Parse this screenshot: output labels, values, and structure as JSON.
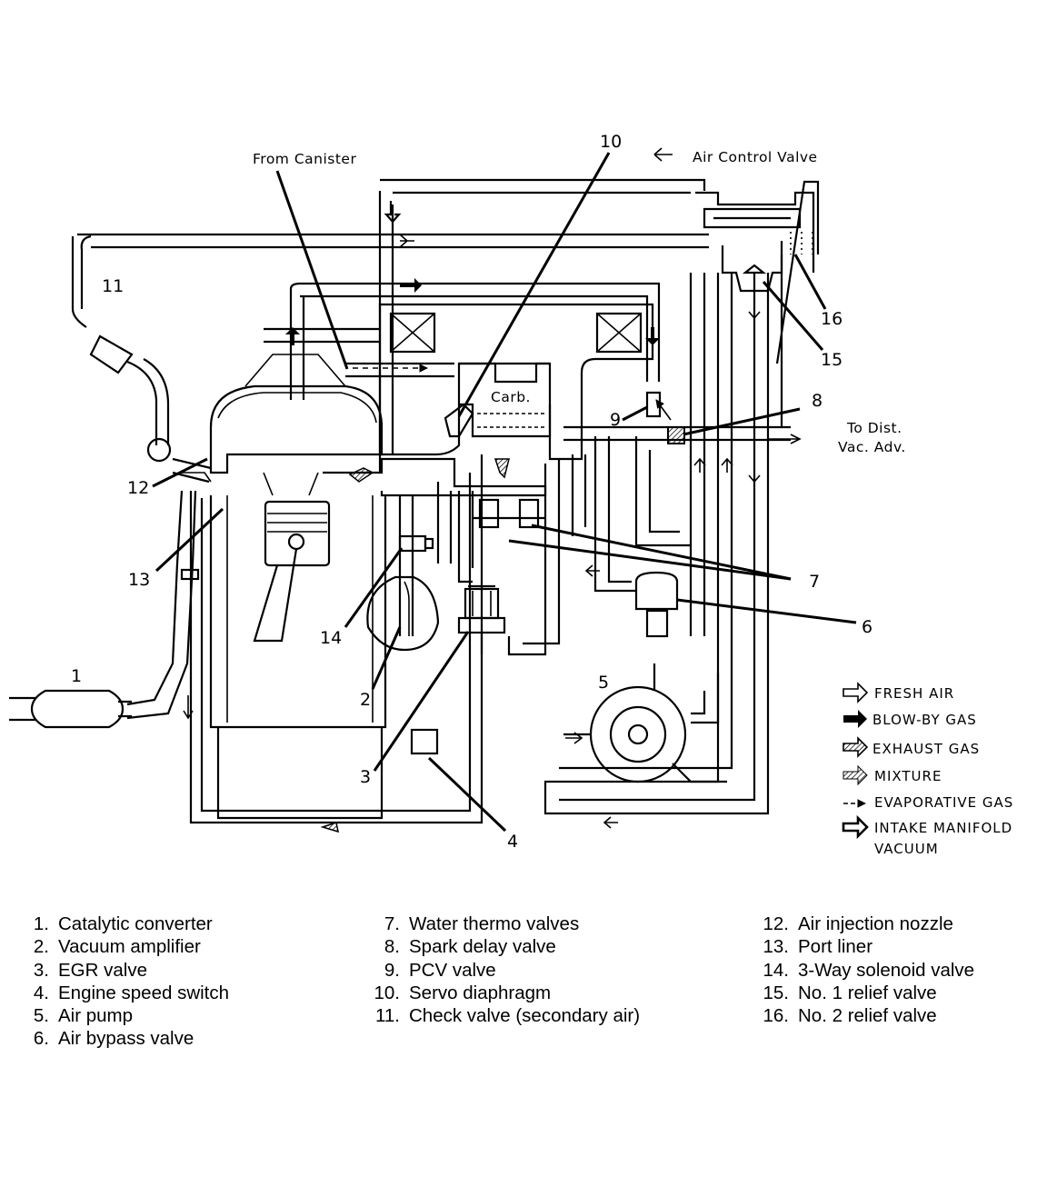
{
  "diagram": {
    "callouts": [
      "1",
      "2",
      "3",
      "4",
      "5",
      "6",
      "7",
      "8",
      "9",
      "10",
      "11",
      "12",
      "13",
      "14",
      "15",
      "16"
    ],
    "labels": {
      "from_canister": "From Canister",
      "air_control_valve": "Air Control Valve",
      "carb": "Carb.",
      "to_dist_line1": "To Dist.",
      "to_dist_line2": "Vac. Adv."
    },
    "flow_key": [
      {
        "label": "FRESH AIR",
        "icon": "hollow-arrow-icon"
      },
      {
        "label": "BLOW-BY GAS",
        "icon": "solid-arrow-icon"
      },
      {
        "label": "EXHAUST GAS",
        "icon": "hatched-arrow-icon"
      },
      {
        "label": "MIXTURE",
        "icon": "striped-arrow-icon"
      },
      {
        "label": "EVAPORATIVE GAS",
        "icon": "dashed-arrow-icon"
      },
      {
        "label": "INTAKE MANIFOLD",
        "icon": "outlined-arrow-icon"
      },
      {
        "label": "VACUUM",
        "icon": ""
      }
    ]
  },
  "legend": {
    "columns": [
      [
        {
          "num": "1.",
          "text": "Catalytic converter"
        },
        {
          "num": "2.",
          "text": "Vacuum amplifier"
        },
        {
          "num": "3.",
          "text": "EGR valve"
        },
        {
          "num": "4.",
          "text": "Engine speed switch"
        },
        {
          "num": "5.",
          "text": "Air pump"
        },
        {
          "num": "6.",
          "text": "Air bypass valve"
        }
      ],
      [
        {
          "num": "7.",
          "text": "Water thermo valves"
        },
        {
          "num": "8.",
          "text": "Spark delay valve"
        },
        {
          "num": "9.",
          "text": "PCV valve"
        },
        {
          "num": "10.",
          "text": "Servo diaphragm"
        },
        {
          "num": "11.",
          "text": "Check valve (secondary air)"
        }
      ],
      [
        {
          "num": "12.",
          "text": "Air injection nozzle"
        },
        {
          "num": "13.",
          "text": "Port liner"
        },
        {
          "num": "14.",
          "text": "3-Way solenoid valve"
        },
        {
          "num": "15.",
          "text": "No. 1 relief valve"
        },
        {
          "num": "16.",
          "text": "No. 2 relief valve"
        }
      ]
    ]
  }
}
